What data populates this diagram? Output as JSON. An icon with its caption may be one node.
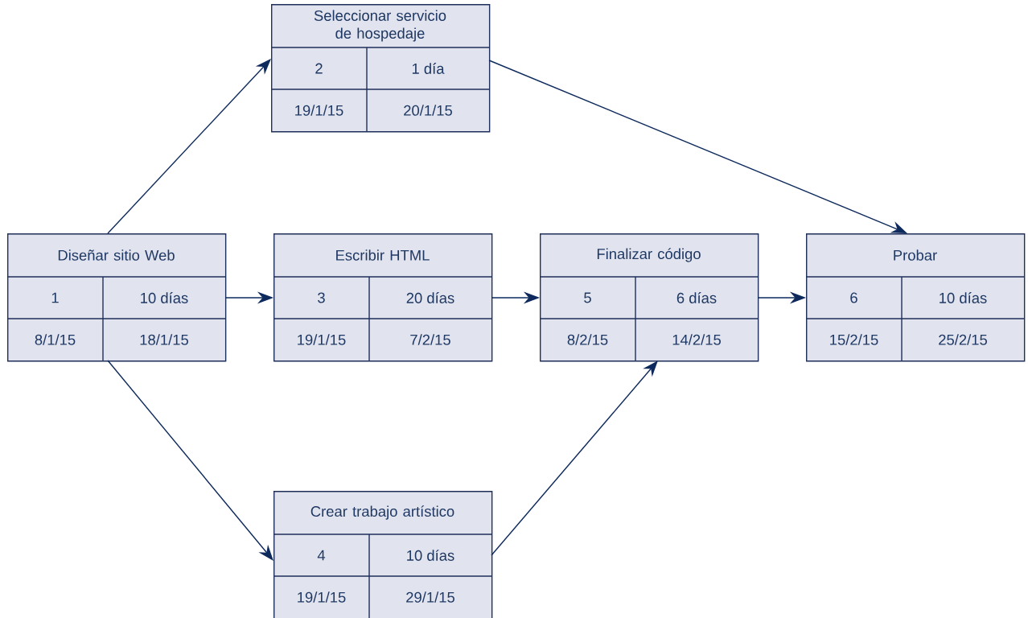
{
  "diagram": {
    "nodes": [
      {
        "text": [
          "Seleccionar servicio de hospedaje",
          "2",
          "1 día",
          "19/1/15",
          "20/1/15"
        ]
      },
      {
        "text": [
          "Diseñar sitio Web",
          "1",
          "10 días",
          "8/1/15",
          "18/1/15"
        ]
      },
      {
        "text": [
          "Escribir HTML",
          "3",
          "20 días",
          "19/1/15",
          "7/2/15"
        ]
      },
      {
        "text": [
          "Finalizar código",
          "5",
          "6 días",
          "8/2/15",
          "14/2/15"
        ]
      },
      {
        "text": [
          "Probar",
          "6",
          "10 días",
          "15/2/15",
          "25/2/15"
        ]
      },
      {
        "text": [
          "Crear trabajo artístico",
          "4",
          "10 días",
          "19/1/15",
          "29/1/15"
        ]
      }
    ],
    "edges": [
      {
        "from": 1,
        "to": 0,
        "arrow": "to"
      },
      {
        "from": 1,
        "to": 2,
        "arrow": "to"
      },
      {
        "from": 1,
        "to": 5,
        "arrow": "to"
      },
      {
        "from": 2,
        "to": 3,
        "arrow": "to"
      },
      {
        "from": 5,
        "to": 3,
        "arrow": "to"
      },
      {
        "from": 0,
        "to": 4,
        "arrow": "to"
      },
      {
        "from": 3,
        "to": 4,
        "arrow": "to"
      }
    ]
  }
}
